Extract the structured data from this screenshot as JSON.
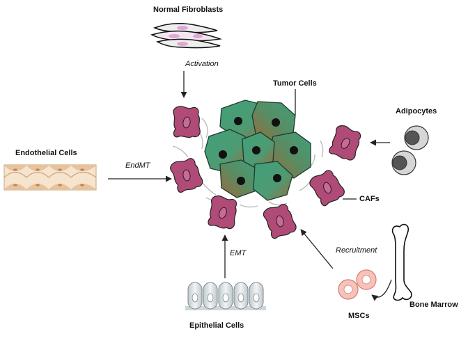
{
  "labels": {
    "normal_fibroblasts": "Normal Fibroblasts",
    "activation": "Activation",
    "tumor_cells": "Tumor Cells",
    "adipocytes": "Adipocytes",
    "endothelial_cells": "Endothelial Cells",
    "endmt": "EndMT",
    "cafs": "CAFs",
    "emt": "EMT",
    "recruitment": "Recruitment",
    "bone_marrow": "Bone Marrow",
    "mscs": "MSCs",
    "epithelial_cells": "Epithelial Cells"
  },
  "colors": {
    "caf": "#b04b78",
    "tumor_green": "#3fa07a",
    "tumor_brown": "#a0683a",
    "endothelial": "#e8c39a",
    "epithelial": "#cfd6da",
    "adipocyte": "#555555",
    "msc": "#f1a9a0"
  }
}
